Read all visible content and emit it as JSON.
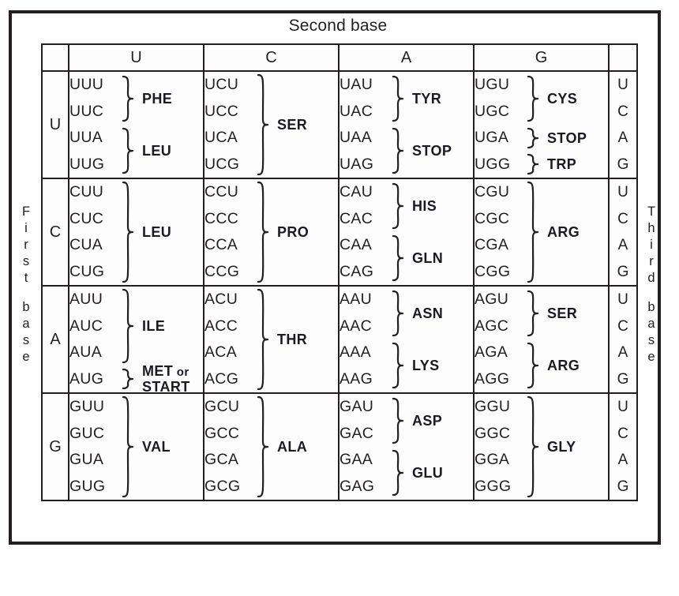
{
  "captions": {
    "second_base": "Second base",
    "first_base_lines": [
      [
        "F",
        "i",
        "r",
        "s",
        "t"
      ],
      [
        "b",
        "a",
        "s",
        "e"
      ]
    ],
    "third_base_lines": [
      [
        "T",
        "h",
        "i",
        "r",
        "d"
      ],
      [
        "b",
        "a",
        "s",
        "e"
      ]
    ]
  },
  "table": {
    "column_headers": [
      "",
      "U",
      "C",
      "A",
      "G",
      ""
    ],
    "third_base_letters": [
      "U",
      "C",
      "A",
      "G"
    ],
    "rows": [
      {
        "first_base": "U",
        "cells": [
          {
            "codons": [
              "UUU",
              "UUC",
              "UUA",
              "UUG"
            ],
            "groups": [
              {
                "span": "2a",
                "label": "PHE"
              },
              {
                "span": "2b",
                "label": "LEU"
              }
            ]
          },
          {
            "codons": [
              "UCU",
              "UCC",
              "UCA",
              "UCG"
            ],
            "groups": [
              {
                "span": "4",
                "label": "SER"
              }
            ]
          },
          {
            "codons": [
              "UAU",
              "UAC",
              "UAA",
              "UAG"
            ],
            "groups": [
              {
                "span": "2a",
                "label": "TYR"
              },
              {
                "span": "2b",
                "label": "STOP"
              }
            ]
          },
          {
            "codons": [
              "UGU",
              "UGC",
              "UGA",
              "UGG"
            ],
            "groups": [
              {
                "span": "2a",
                "label": "CYS"
              },
              {
                "span": "1c",
                "label": "STOP"
              },
              {
                "span": "1d",
                "label": "TRP"
              }
            ]
          }
        ]
      },
      {
        "first_base": "C",
        "cells": [
          {
            "codons": [
              "CUU",
              "CUC",
              "CUA",
              "CUG"
            ],
            "groups": [
              {
                "span": "4",
                "label": "LEU"
              }
            ]
          },
          {
            "codons": [
              "CCU",
              "CCC",
              "CCA",
              "CCG"
            ],
            "groups": [
              {
                "span": "4",
                "label": "PRO"
              }
            ]
          },
          {
            "codons": [
              "CAU",
              "CAC",
              "CAA",
              "CAG"
            ],
            "groups": [
              {
                "span": "2a",
                "label": "HIS"
              },
              {
                "span": "2b",
                "label": "GLN"
              }
            ]
          },
          {
            "codons": [
              "CGU",
              "CGC",
              "CGA",
              "CGG"
            ],
            "groups": [
              {
                "span": "4",
                "label": "ARG"
              }
            ]
          }
        ]
      },
      {
        "first_base": "A",
        "cells": [
          {
            "codons": [
              "AUU",
              "AUC",
              "AUA",
              "AUG"
            ],
            "groups": [
              {
                "span": "3a",
                "label": "ILE"
              },
              {
                "span": "1d",
                "label": "MET or START",
                "label_line1": "MET",
                "label_or": "or",
                "label_line2": "START",
                "two_line": true
              }
            ]
          },
          {
            "codons": [
              "ACU",
              "ACC",
              "ACA",
              "ACG"
            ],
            "groups": [
              {
                "span": "4",
                "label": "THR"
              }
            ]
          },
          {
            "codons": [
              "AAU",
              "AAC",
              "AAA",
              "AAG"
            ],
            "groups": [
              {
                "span": "2a",
                "label": "ASN"
              },
              {
                "span": "2b",
                "label": "LYS"
              }
            ]
          },
          {
            "codons": [
              "AGU",
              "AGC",
              "AGA",
              "AGG"
            ],
            "groups": [
              {
                "span": "2a",
                "label": "SER"
              },
              {
                "span": "2b",
                "label": "ARG"
              }
            ]
          }
        ]
      },
      {
        "first_base": "G",
        "cells": [
          {
            "codons": [
              "GUU",
              "GUC",
              "GUA",
              "GUG"
            ],
            "groups": [
              {
                "span": "4",
                "label": "VAL"
              }
            ]
          },
          {
            "codons": [
              "GCU",
              "GCC",
              "GCA",
              "GCG"
            ],
            "groups": [
              {
                "span": "4",
                "label": "ALA"
              }
            ]
          },
          {
            "codons": [
              "GAU",
              "GAC",
              "GAA",
              "GAG"
            ],
            "groups": [
              {
                "span": "2a",
                "label": "ASP"
              },
              {
                "span": "2b",
                "label": "GLU"
              }
            ]
          },
          {
            "codons": [
              "GGU",
              "GGC",
              "GGA",
              "GGG"
            ],
            "groups": [
              {
                "span": "4",
                "label": "GLY"
              }
            ]
          }
        ]
      }
    ]
  },
  "colors": {
    "ink": "#231f20",
    "paper": "#ffffff"
  }
}
